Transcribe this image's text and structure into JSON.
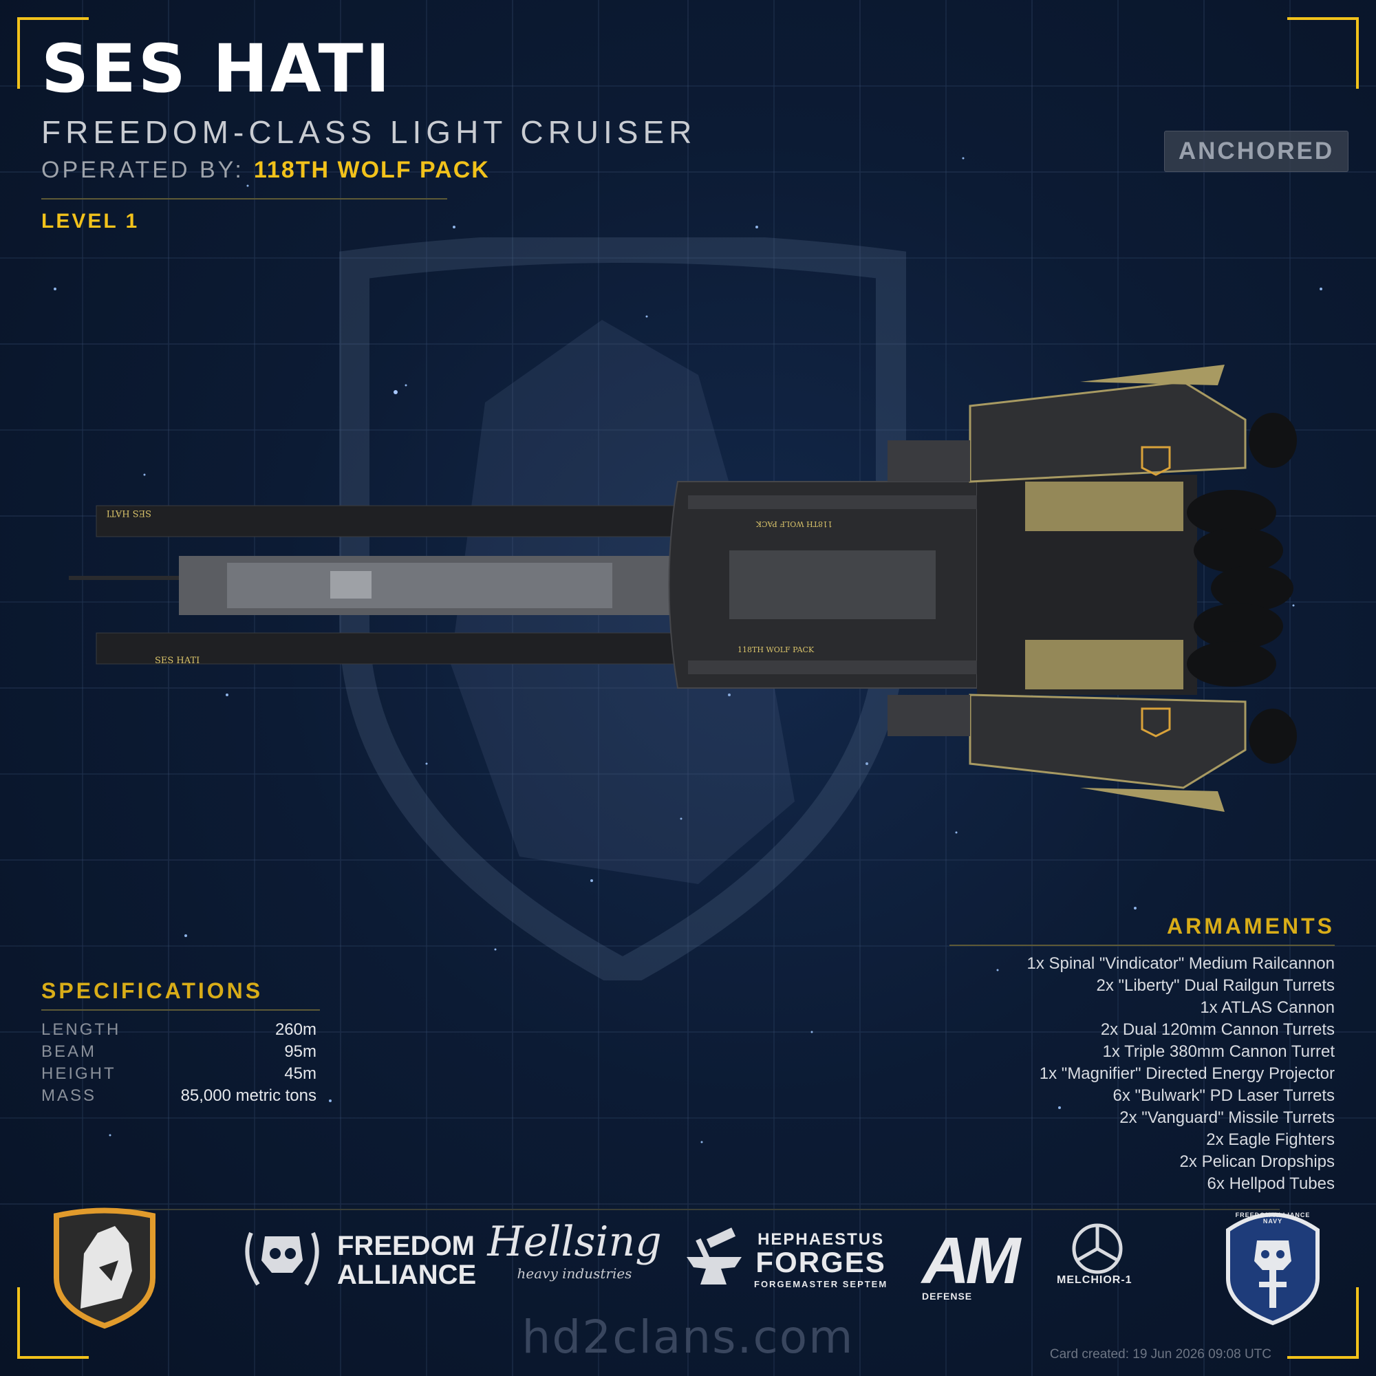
{
  "ship": {
    "name": "SES HATI",
    "class": "FREEDOM-CLASS LIGHT CRUISER",
    "operated_label": "OPERATED BY:",
    "operator": "118TH WOLF PACK",
    "level": "LEVEL 1",
    "status": "ANCHORED",
    "hull_name_markings": [
      "SES HATI",
      "118TH WOLF PACK"
    ]
  },
  "specifications": {
    "title": "SPECIFICATIONS",
    "rows": [
      {
        "label": "LENGTH",
        "value": "260m"
      },
      {
        "label": "BEAM",
        "value": "95m"
      },
      {
        "label": "HEIGHT",
        "value": "45m"
      },
      {
        "label": "MASS",
        "value": "85,000 metric tons"
      }
    ]
  },
  "armaments": {
    "title": "ARMAMENTS",
    "items": [
      "1x Spinal \"Vindicator\" Medium Railcannon",
      "2x \"Liberty\" Dual Railgun Turrets",
      "1x ATLAS Cannon",
      "2x Dual 120mm Cannon Turrets",
      "1x Triple 380mm Cannon Turret",
      "1x \"Magnifier\" Directed Energy Projector",
      "6x \"Bulwark\" PD Laser Turrets",
      "2x \"Vanguard\" Missile Turrets",
      "2x Eagle Fighters",
      "2x Pelican Dropships",
      "6x Hellpod Tubes"
    ]
  },
  "logos": {
    "freedom_alliance": [
      "FREEDOM",
      "ALLIANCE"
    ],
    "hellsing": [
      "Hellsing",
      "heavy industries"
    ],
    "hephaestus": [
      "HEPHAESTUS",
      "FORGES",
      "FORGEMASTER SEPTEM"
    ],
    "am": [
      "AM",
      "DEFENSE"
    ],
    "melchior": "MELCHIOR-1",
    "navy": "FREEDOM ALLIANCE NAVY"
  },
  "footer": {
    "site": "hd2clans.com",
    "created": "Card created: 19 Jun 2026 09:08 UTC"
  },
  "colors": {
    "accent": "#f2c21b",
    "background": "#0c1b34",
    "hull": "#2a2b2e",
    "hull_trim": "#a89a62"
  },
  "icons": [
    "wolf-emblem-icon",
    "skull-wreath-icon",
    "anvil-hammer-icon",
    "melchior-icon",
    "navy-skull-badge-icon"
  ]
}
